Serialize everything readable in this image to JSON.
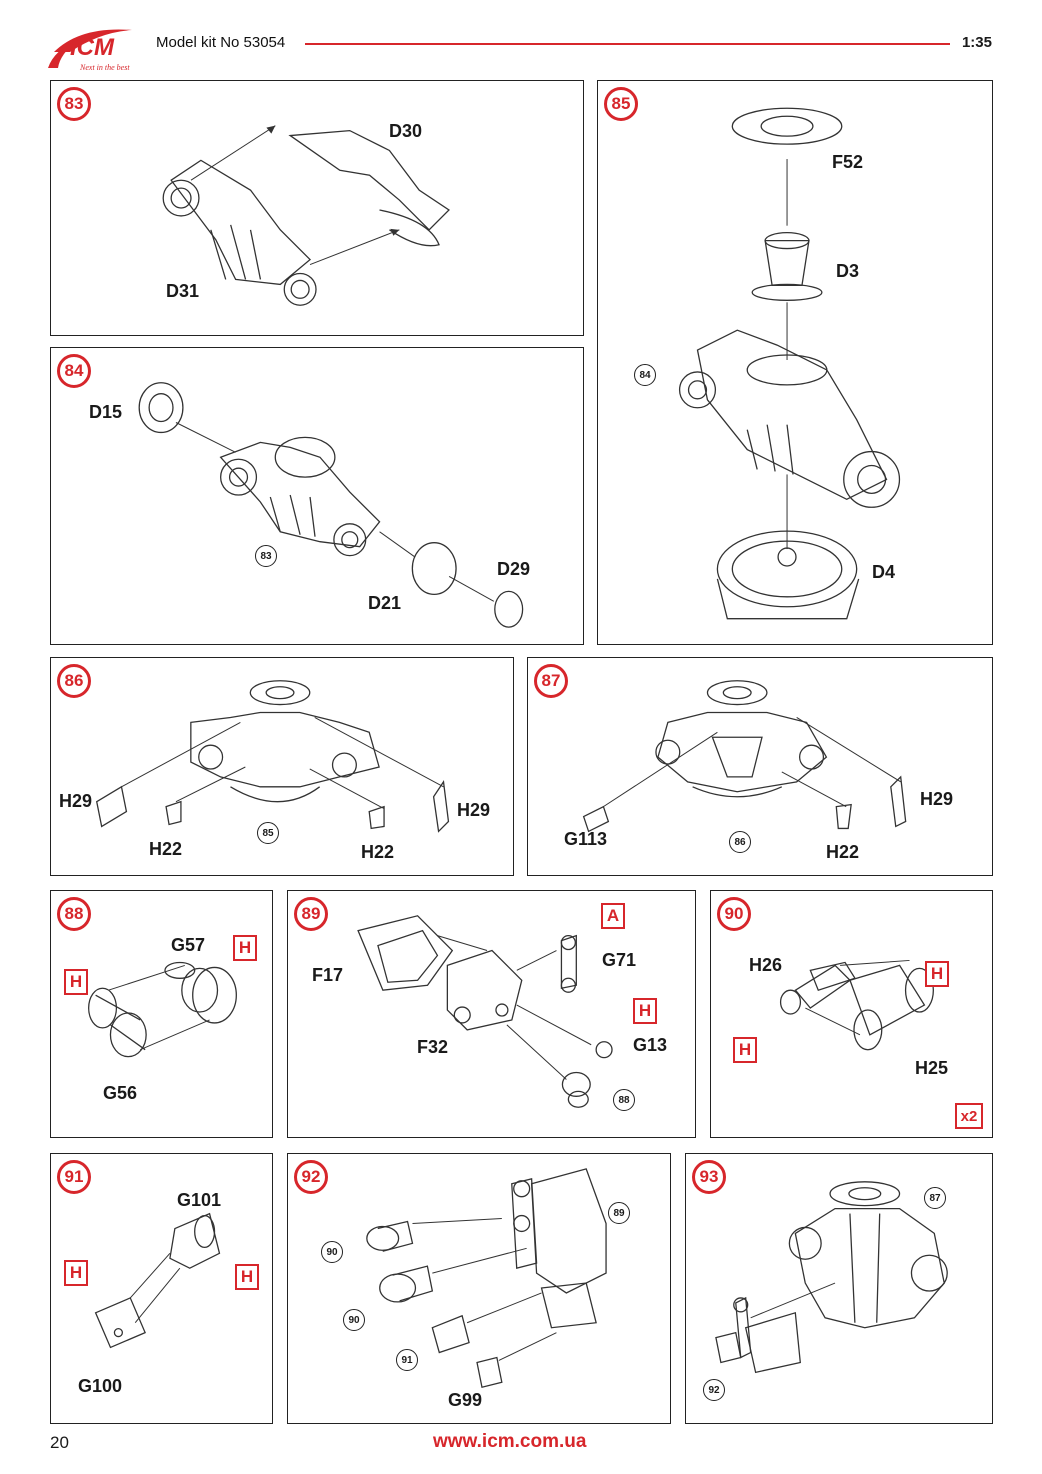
{
  "header": {
    "brand": "ICM",
    "slogan": "Next in the best",
    "kit_title": "Model kit No 53054",
    "scale": "1:35",
    "brand_color": "#d7262b"
  },
  "steps": {
    "s83": {
      "number": "83",
      "parts": [
        "D30",
        "D31"
      ]
    },
    "s84": {
      "number": "84",
      "parts": [
        "D15",
        "D29",
        "D21"
      ],
      "refs": [
        "83"
      ]
    },
    "s85": {
      "number": "85",
      "parts": [
        "F52",
        "D3",
        "D4"
      ],
      "refs": [
        "84"
      ]
    },
    "s86": {
      "number": "86",
      "parts": [
        "H29",
        "H29",
        "H22",
        "H22"
      ],
      "refs": [
        "85"
      ]
    },
    "s87": {
      "number": "87",
      "parts": [
        "H29",
        "G113",
        "H22"
      ],
      "refs": [
        "86"
      ]
    },
    "s88": {
      "number": "88",
      "parts": [
        "G57",
        "G56"
      ],
      "paints": [
        "H",
        "H"
      ]
    },
    "s89": {
      "number": "89",
      "parts": [
        "F17",
        "G71",
        "F32",
        "G13"
      ],
      "paints": [
        "A",
        "H"
      ],
      "refs": [
        "88"
      ]
    },
    "s90": {
      "number": "90",
      "parts": [
        "H26",
        "H25"
      ],
      "paints": [
        "H",
        "H"
      ],
      "multiplier": "x2"
    },
    "s91": {
      "number": "91",
      "parts": [
        "G101",
        "G100"
      ],
      "paints": [
        "H",
        "H"
      ]
    },
    "s92": {
      "number": "92",
      "parts": [
        "G99"
      ],
      "refs": [
        "90",
        "90",
        "91",
        "89"
      ]
    },
    "s93": {
      "number": "93",
      "refs": [
        "87",
        "92"
      ]
    }
  },
  "footer": {
    "page_number": "20",
    "url": "www.icm.com.ua"
  }
}
